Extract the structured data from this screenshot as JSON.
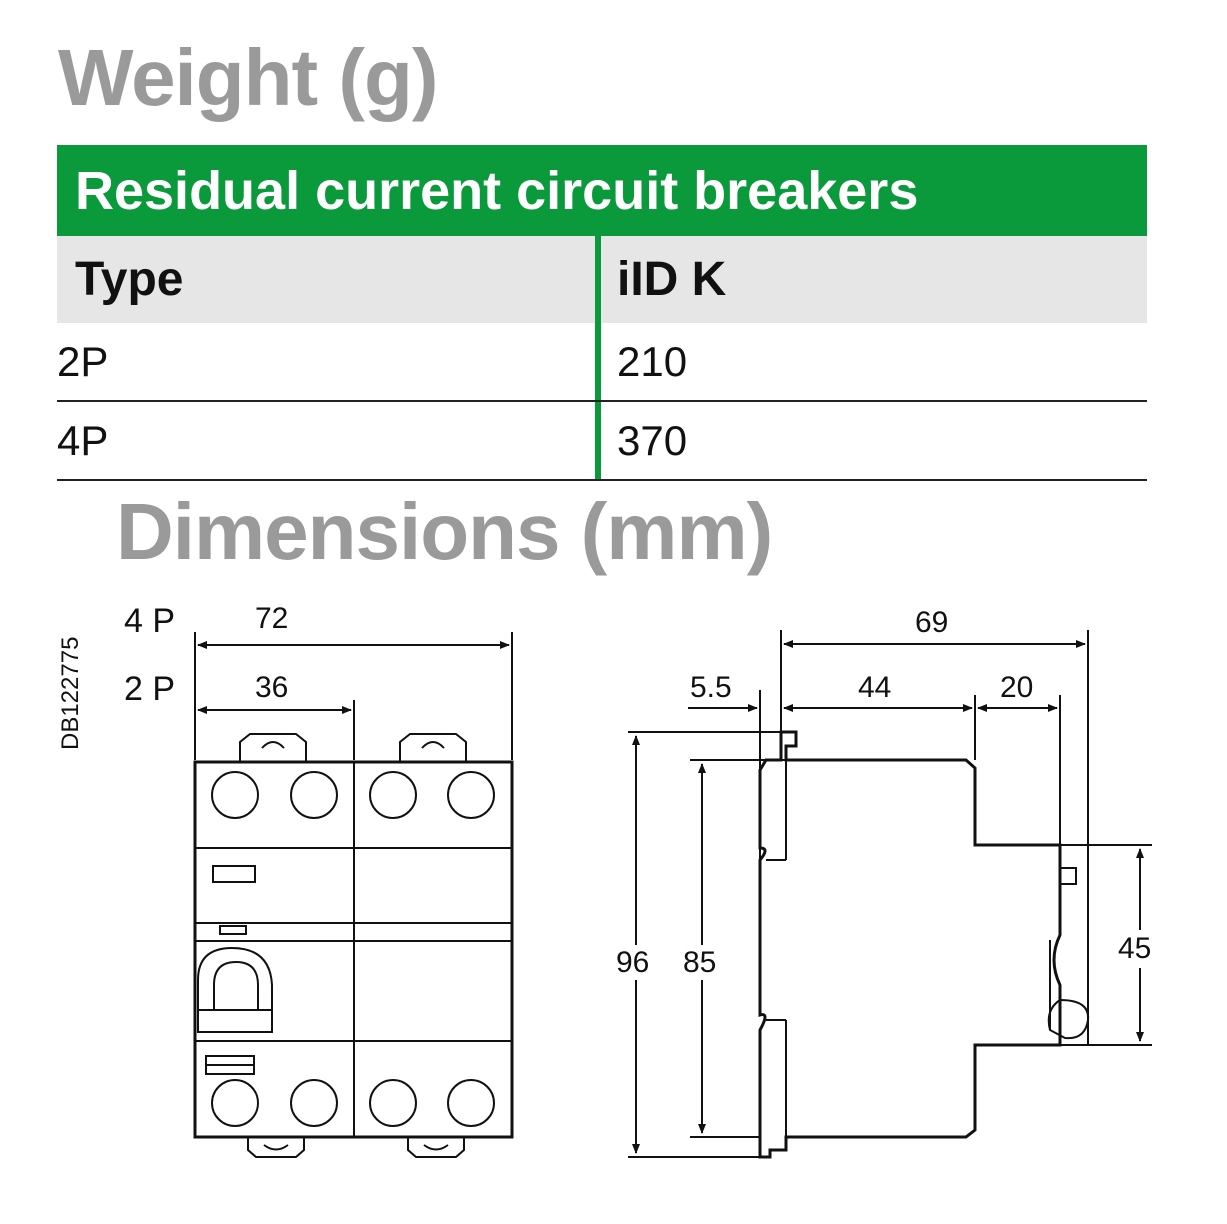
{
  "weight": {
    "title": "Weight (g)",
    "table": {
      "heading": "Residual current circuit breakers",
      "columns": [
        "Type",
        "iID K"
      ],
      "rows": [
        [
          "2P",
          "210"
        ],
        [
          "4P",
          "370"
        ]
      ]
    }
  },
  "dimensions": {
    "title": "Dimensions (mm)",
    "ref": "DB122775",
    "front": {
      "label_4p": "4 P",
      "label_2p": "2 P",
      "width_4p": "72",
      "width_2p": "36"
    },
    "side": {
      "depth_total": "69",
      "offset": "5.5",
      "depth_mid": "44",
      "depth_front": "20",
      "height_total": "96",
      "height_body": "85",
      "height_front": "45"
    }
  },
  "colors": {
    "accent": "#0a9a3c",
    "title_gray": "#9a9a9a",
    "header_gray": "#e6e6e6"
  }
}
